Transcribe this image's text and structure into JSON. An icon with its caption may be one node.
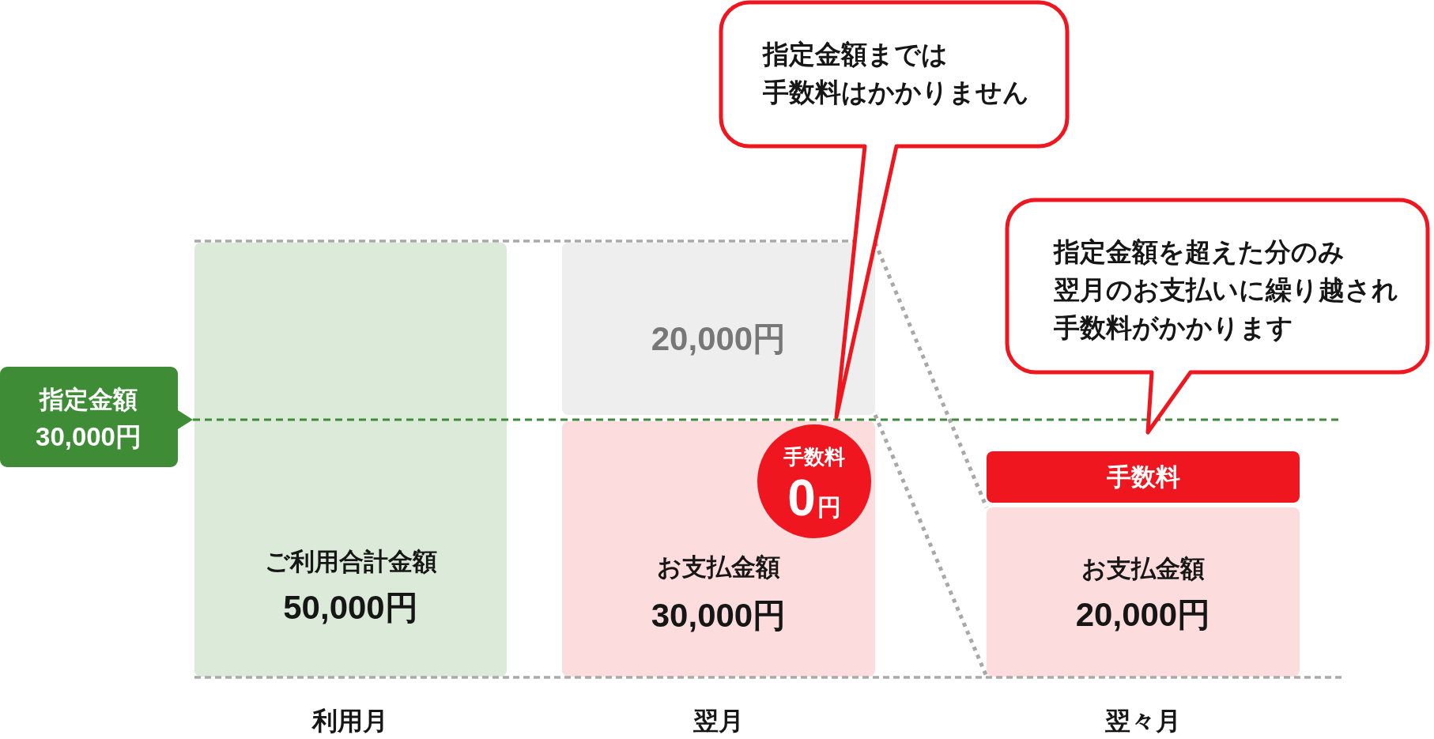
{
  "diagram": {
    "nodes": [
      {
        "text": [
          "指定金額までは手数料はかかりません"
        ]
      },
      {
        "text": [
          "指定金額を超えた分のみ翌月のお支払いに繰り越され手数料がかかります"
        ]
      },
      {
        "text": [
          "指定金額",
          "30,000円"
        ]
      },
      {
        "text": [
          "ご利用合計金額",
          "50,000円"
        ]
      },
      {
        "text": [
          "20,000円"
        ]
      },
      {
        "text": [
          "お支払金額",
          "30,000円"
        ]
      },
      {
        "text": [
          "手数料",
          "0円"
        ],
        "in": 5
      },
      {
        "text": [
          "手数料"
        ]
      },
      {
        "text": [
          "お支払金額",
          "20,000円"
        ]
      }
    ],
    "edges": [
      {
        "from": 4,
        "to": 8,
        "arrow": "none",
        "style": "dashed"
      },
      {
        "from": 4,
        "to": 8,
        "arrow": "none",
        "style": "dashed"
      }
    ],
    "labels": [
      "利用月",
      "翌月",
      "翌々月"
    ]
  }
}
